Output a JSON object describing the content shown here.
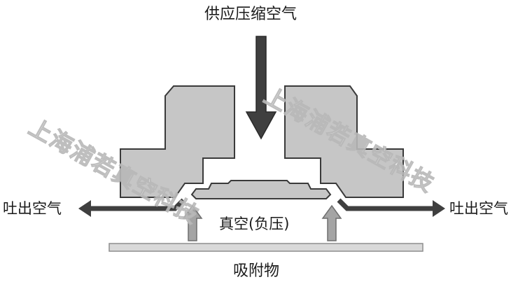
{
  "labels": {
    "supply": "供应压缩空气",
    "exhaust_left": "吐出空气",
    "exhaust_right": "吐出空气",
    "vacuum": "真空(负压)",
    "workpiece": "吸附物"
  },
  "watermark": {
    "left": "上海浦若真空科技",
    "right": "上海浦若真空科技"
  },
  "colors": {
    "body_fill": "#c6c6c6",
    "outline": "#3a3a3a",
    "arrow_dark": "#3f3f3f",
    "arrow_light": "#a4a4a4",
    "workpiece_fill": "#d9d9d9"
  }
}
